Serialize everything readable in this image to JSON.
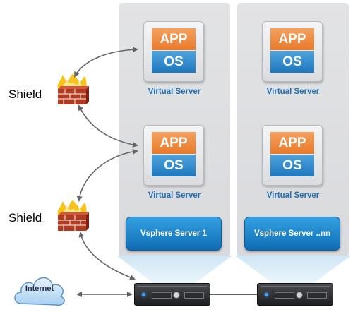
{
  "vm": {
    "app": "APP",
    "os": "OS",
    "label": "Virtual Server"
  },
  "shield": {
    "label": "Shield"
  },
  "hosts": [
    {
      "label": "Vsphere Server 1"
    },
    {
      "label": "Vsphere Server ..nn"
    }
  ],
  "internet": {
    "label": "Internet"
  },
  "colors": {
    "column": "#dcdde0",
    "app": "#ea7a2a",
    "os": "#1f77be",
    "vsphere": "#1f85cc",
    "label_blue": "#1f6fb5",
    "arrow": "#666666"
  }
}
